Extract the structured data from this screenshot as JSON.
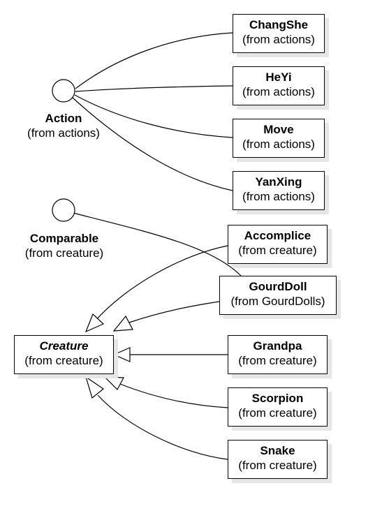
{
  "interfaces": [
    {
      "id": "action",
      "name": "Action",
      "package": "(from actions)"
    },
    {
      "id": "comparable",
      "name": "Comparable",
      "package": "(from creature)"
    }
  ],
  "classes": [
    {
      "id": "changshe",
      "name": "ChangShe",
      "package": "(from actions)"
    },
    {
      "id": "heyi",
      "name": "HeYi",
      "package": "(from actions)"
    },
    {
      "id": "move",
      "name": "Move",
      "package": "(from actions)"
    },
    {
      "id": "yanxing",
      "name": "YanXing",
      "package": "(from actions)"
    },
    {
      "id": "accomplice",
      "name": "Accomplice",
      "package": "(from creature)"
    },
    {
      "id": "gourddoll",
      "name": "GourdDoll",
      "package": "(from GourdDolls)"
    },
    {
      "id": "creature",
      "name": "Creature",
      "package": "(from creature)",
      "abstract": true
    },
    {
      "id": "grandpa",
      "name": "Grandpa",
      "package": "(from creature)"
    },
    {
      "id": "scorpion",
      "name": "Scorpion",
      "package": "(from creature)"
    },
    {
      "id": "snake",
      "name": "Snake",
      "package": "(from creature)"
    }
  ],
  "realizations": [
    {
      "from": "changshe",
      "to": "action"
    },
    {
      "from": "heyi",
      "to": "action"
    },
    {
      "from": "move",
      "to": "action"
    },
    {
      "from": "yanxing",
      "to": "action"
    },
    {
      "from": "gourddoll",
      "to": "comparable"
    }
  ],
  "generalizations": [
    {
      "from": "accomplice",
      "to": "creature"
    },
    {
      "from": "gourddoll",
      "to": "creature"
    },
    {
      "from": "grandpa",
      "to": "creature"
    },
    {
      "from": "scorpion",
      "to": "creature"
    },
    {
      "from": "snake",
      "to": "creature"
    }
  ]
}
